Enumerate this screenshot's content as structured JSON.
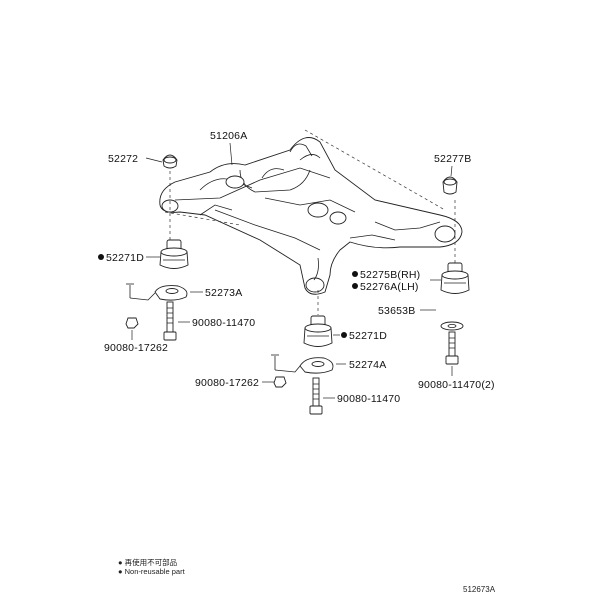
{
  "parts": {
    "crossmember": "51206A",
    "stopper_upper_rear": "52272",
    "stopper_upper_right": "52277B",
    "cushion_left_mark": "●",
    "cushion_left": "52271D",
    "retainer_left": "52273A",
    "bolt_left": "90080-11470",
    "nut_left": "90080-17262",
    "cushion_rh_mark": "●",
    "cushion_rh": "52275B(RH)",
    "cushion_lh_mark": "●",
    "cushion_lh": "52276A(LH)",
    "plate_right": "53653B",
    "cushion_center_mark": "●",
    "cushion_center": "52271D",
    "retainer_center": "52274A",
    "nut_center": "90080-17262",
    "bolt_center": "90080-11470",
    "bolt_right": "90080-11470(2)"
  },
  "legend": {
    "line1": "● 再使用不可部品",
    "line2": "● Non-reusable part"
  },
  "diagram_code": "512673A"
}
